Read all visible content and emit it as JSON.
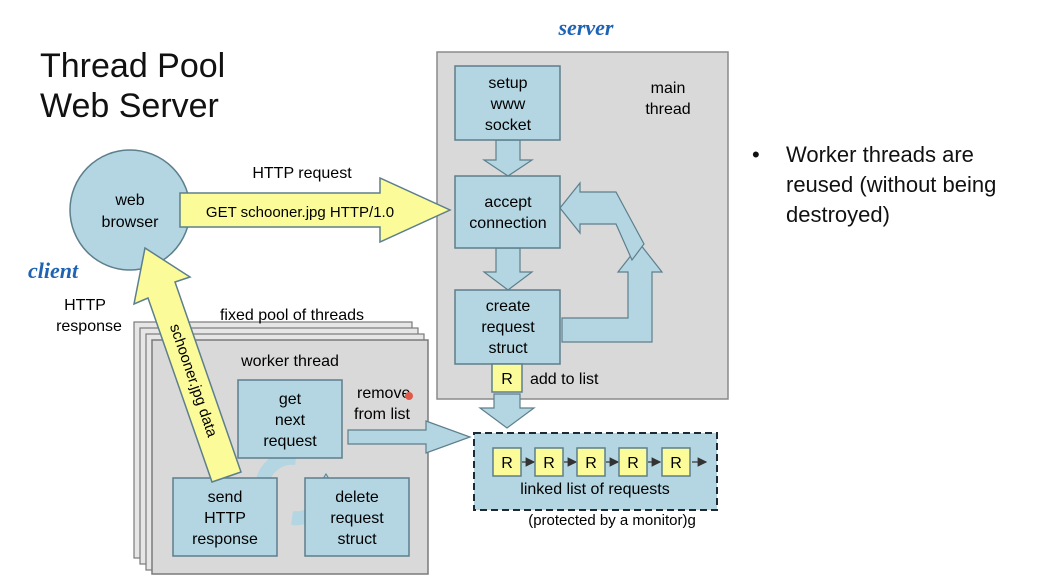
{
  "title_lines": [
    "Thread Pool",
    "Web Server"
  ],
  "labels": {
    "server": "server",
    "client": "client",
    "main_thread": [
      "main",
      "thread"
    ],
    "http_request": "HTTP request",
    "http_response": [
      "HTTP",
      "response"
    ],
    "fixed_pool": "fixed pool of threads",
    "worker_thread": "worker thread",
    "add_to_list": "add to list",
    "remove_from_list": [
      "remove",
      "from list"
    ],
    "linked_list": "linked list of requests",
    "protected": "(protected by a monitor)g",
    "get_line": "GET schooner.jpg HTTP/1.0",
    "data_line": "schooner.jpg data"
  },
  "nodes": {
    "web_browser": [
      "web",
      "browser"
    ],
    "setup_socket": [
      "setup",
      "www",
      "socket"
    ],
    "accept_connection": [
      "accept",
      "connection"
    ],
    "create_request": [
      "create",
      "request",
      "struct"
    ],
    "get_next_request": [
      "get",
      "next",
      "request"
    ],
    "send_http_response": [
      "send",
      "HTTP",
      "response"
    ],
    "delete_request": [
      "delete",
      "request",
      "struct"
    ],
    "request_token": "R",
    "list_items": [
      "R",
      "R",
      "R",
      "R",
      "R"
    ]
  },
  "bullet": "Worker threads are reused (without being destroyed)",
  "colors": {
    "box_fill": "#b3d6e2",
    "box_stroke": "#5d7f8c",
    "panel_fill": "#d9d9d9",
    "arrow_fill": "#fbfb9a",
    "accent_blue": "#1e63b4"
  }
}
